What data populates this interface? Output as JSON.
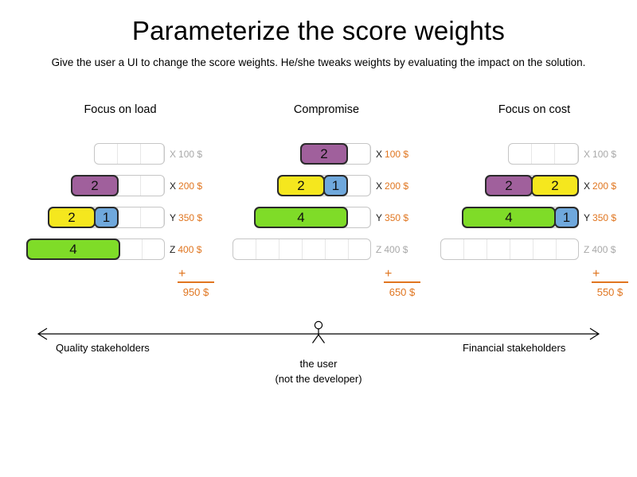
{
  "title": "Parameterize the score weights",
  "subtitle": "Give the user a UI to change the score weights. He/she tweaks weights by evaluating the impact on the solution.",
  "colors": {
    "purple": "#a0609c",
    "yellow": "#f5e71e",
    "blue": "#6fa8dc",
    "green": "#7fdc28",
    "orange": "#e0751f",
    "empty_label_gray": "#a8a8a8"
  },
  "panels": [
    {
      "title": "Focus on load",
      "sum_plus": "+",
      "total": "950 $",
      "rows": [
        {
          "label_letter": "X",
          "label_value": "100 $",
          "capacity": 3,
          "blocks": []
        },
        {
          "label_letter": "X",
          "label_value": "200 $",
          "capacity": 4,
          "blocks": [
            {
              "value": "2",
              "units": 2,
              "color": "#a0609c"
            }
          ]
        },
        {
          "label_letter": "Y",
          "label_value": "350 $",
          "capacity": 5,
          "blocks": [
            {
              "value": "2",
              "units": 2,
              "color": "#f5e71e"
            },
            {
              "value": "1",
              "units": 1,
              "color": "#6fa8dc"
            }
          ]
        },
        {
          "label_letter": "Z",
          "label_value": "400 $",
          "capacity": 6,
          "blocks": [
            {
              "value": "4",
              "units": 4,
              "color": "#7fdc28"
            }
          ]
        }
      ]
    },
    {
      "title": "Compromise",
      "sum_plus": "+",
      "total": "650 $",
      "rows": [
        {
          "label_letter": "X",
          "label_value": "100 $",
          "capacity": 3,
          "blocks": [
            {
              "value": "2",
              "units": 2,
              "color": "#a0609c"
            }
          ]
        },
        {
          "label_letter": "X",
          "label_value": "200 $",
          "capacity": 4,
          "blocks": [
            {
              "value": "2",
              "units": 2,
              "color": "#f5e71e"
            },
            {
              "value": "1",
              "units": 1,
              "color": "#6fa8dc"
            }
          ]
        },
        {
          "label_letter": "Y",
          "label_value": "350 $",
          "capacity": 5,
          "blocks": [
            {
              "value": "4",
              "units": 4,
              "color": "#7fdc28"
            }
          ]
        },
        {
          "label_letter": "Z",
          "label_value": "400 $",
          "capacity": 6,
          "blocks": []
        }
      ]
    },
    {
      "title": "Focus on cost",
      "sum_plus": "+",
      "total": "550 $",
      "rows": [
        {
          "label_letter": "X",
          "label_value": "100 $",
          "capacity": 3,
          "blocks": []
        },
        {
          "label_letter": "X",
          "label_value": "200 $",
          "capacity": 4,
          "blocks": [
            {
              "value": "2",
              "units": 2,
              "color": "#a0609c"
            },
            {
              "value": "2",
              "units": 2,
              "color": "#f5e71e"
            }
          ]
        },
        {
          "label_letter": "Y",
          "label_value": "350 $",
          "capacity": 5,
          "blocks": [
            {
              "value": "4",
              "units": 4,
              "color": "#7fdc28"
            },
            {
              "value": "1",
              "units": 1,
              "color": "#6fa8dc"
            }
          ]
        },
        {
          "label_letter": "Z",
          "label_value": "400 $",
          "capacity": 6,
          "blocks": []
        }
      ]
    }
  ],
  "spectrum": {
    "left_label": "Quality stakeholders",
    "right_label": "Financial stakeholders",
    "user_label": "the user",
    "user_sublabel": "(not the developer)"
  }
}
